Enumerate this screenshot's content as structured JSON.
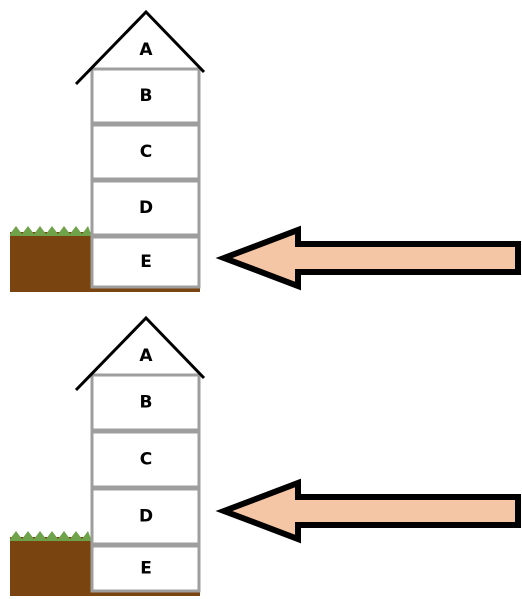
{
  "panels": [
    {
      "floors": [
        "A",
        "B",
        "C",
        "D",
        "E"
      ],
      "arrow_points_to_floor": "E"
    },
    {
      "floors": [
        "A",
        "B",
        "C",
        "D",
        "E"
      ],
      "arrow_points_to_floor": "D"
    }
  ],
  "colors": {
    "arrow_fill": "#f5c6a5",
    "arrow_stroke": "#000000",
    "soil": "#7a4410",
    "grass": "#6fa34a",
    "wall": "#9e9e9e",
    "roof_stroke": "#000000",
    "floor_fill": "#ffffff"
  }
}
